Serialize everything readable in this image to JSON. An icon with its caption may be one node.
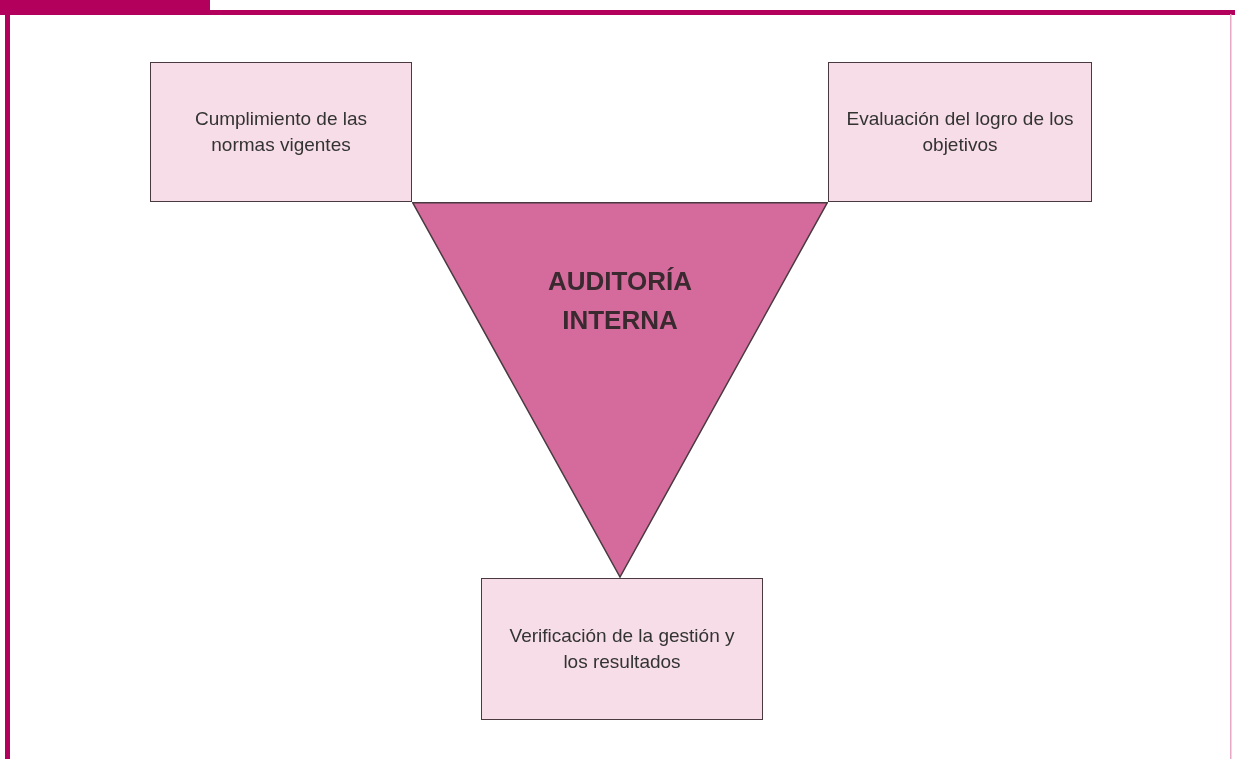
{
  "diagram": {
    "nodes": [
      {
        "text": [
          "Cumplimiento de las normas vigentes"
        ]
      },
      {
        "text": [
          "Evaluación del logro de los objetivos"
        ]
      },
      {
        "text": [
          "AUDITORÍA INTERNA"
        ]
      },
      {
        "text": [
          "Verificación de la gestión y los resultados"
        ]
      }
    ]
  }
}
